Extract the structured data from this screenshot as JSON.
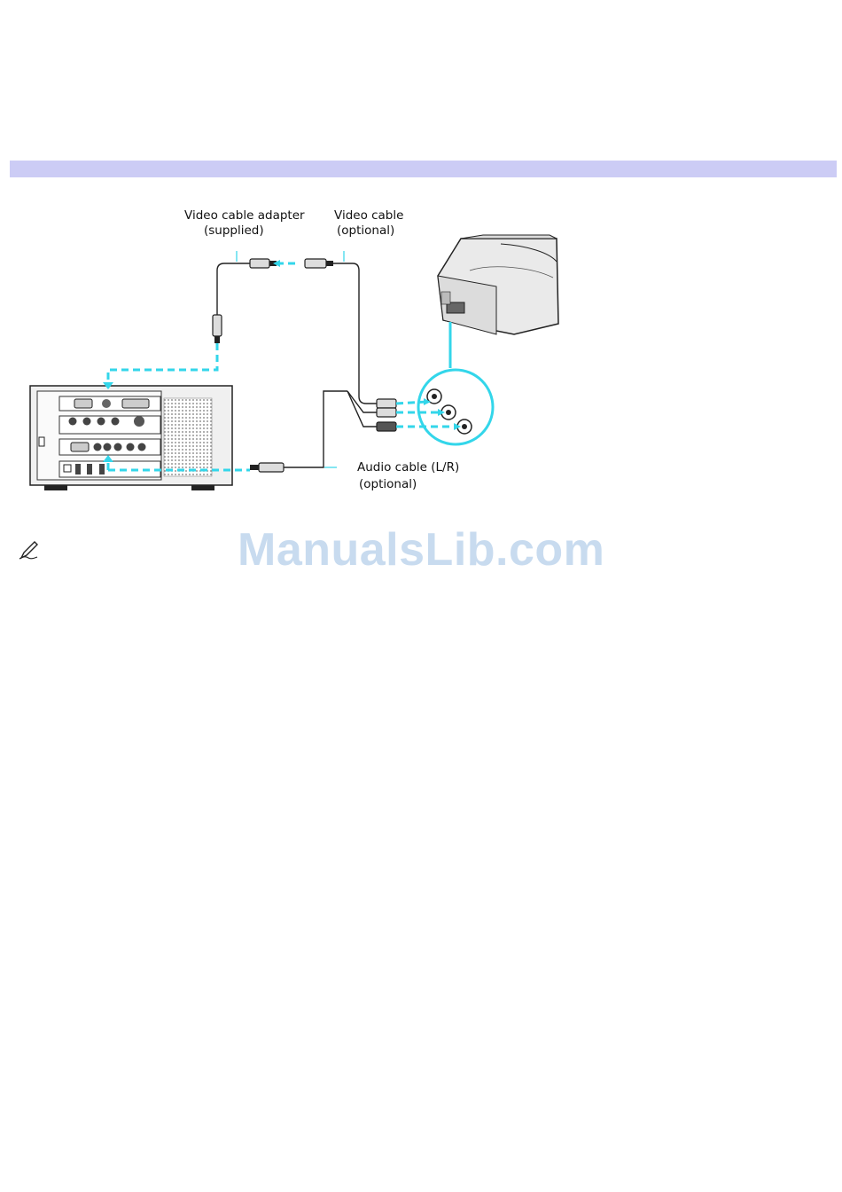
{
  "figure": {
    "labels": {
      "video_adapter_line1": "Video cable adapter",
      "video_adapter_line2": "(supplied)",
      "video_cable_line1": "Video cable",
      "video_cable_line2": "(optional)",
      "audio_cable_line1": "Audio cable (L/R)",
      "audio_cable_line2": "(optional)"
    },
    "colors": {
      "cable_highlight": "#33d6ea",
      "outline": "#222222",
      "device_fill": "#e6e6e6",
      "header_band": "#ccccf5"
    }
  },
  "note": {
    "icon": "pencil-note-icon"
  },
  "watermark": {
    "text": "ManualsLib.com"
  }
}
